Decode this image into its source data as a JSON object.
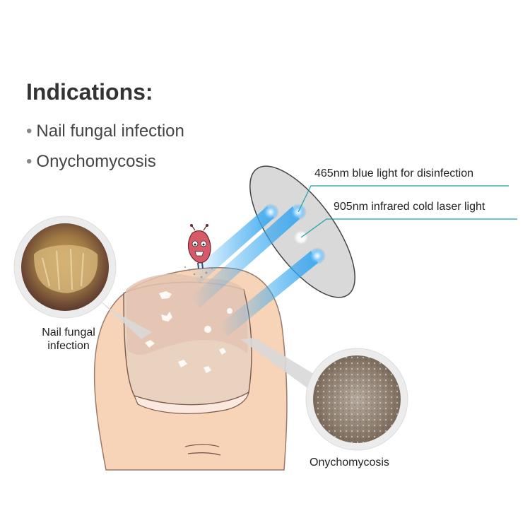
{
  "heading": "Indications:",
  "bullets": [
    "Nail fungal infection",
    "Onychomycosis"
  ],
  "labels": {
    "blue_light": "465nm blue light for disinfection",
    "infrared": "905nm infrared cold laser light",
    "left_callout_line1": "Nail fungal",
    "left_callout_line2": "infection",
    "right_callout": "Onychomycosis"
  },
  "colors": {
    "skin": "#f7d3b7",
    "nail": "#ecd6c5",
    "beam_blue": "#3aa8f0",
    "leader_teal": "#1aa3a3",
    "device": "#d7d7d7"
  }
}
